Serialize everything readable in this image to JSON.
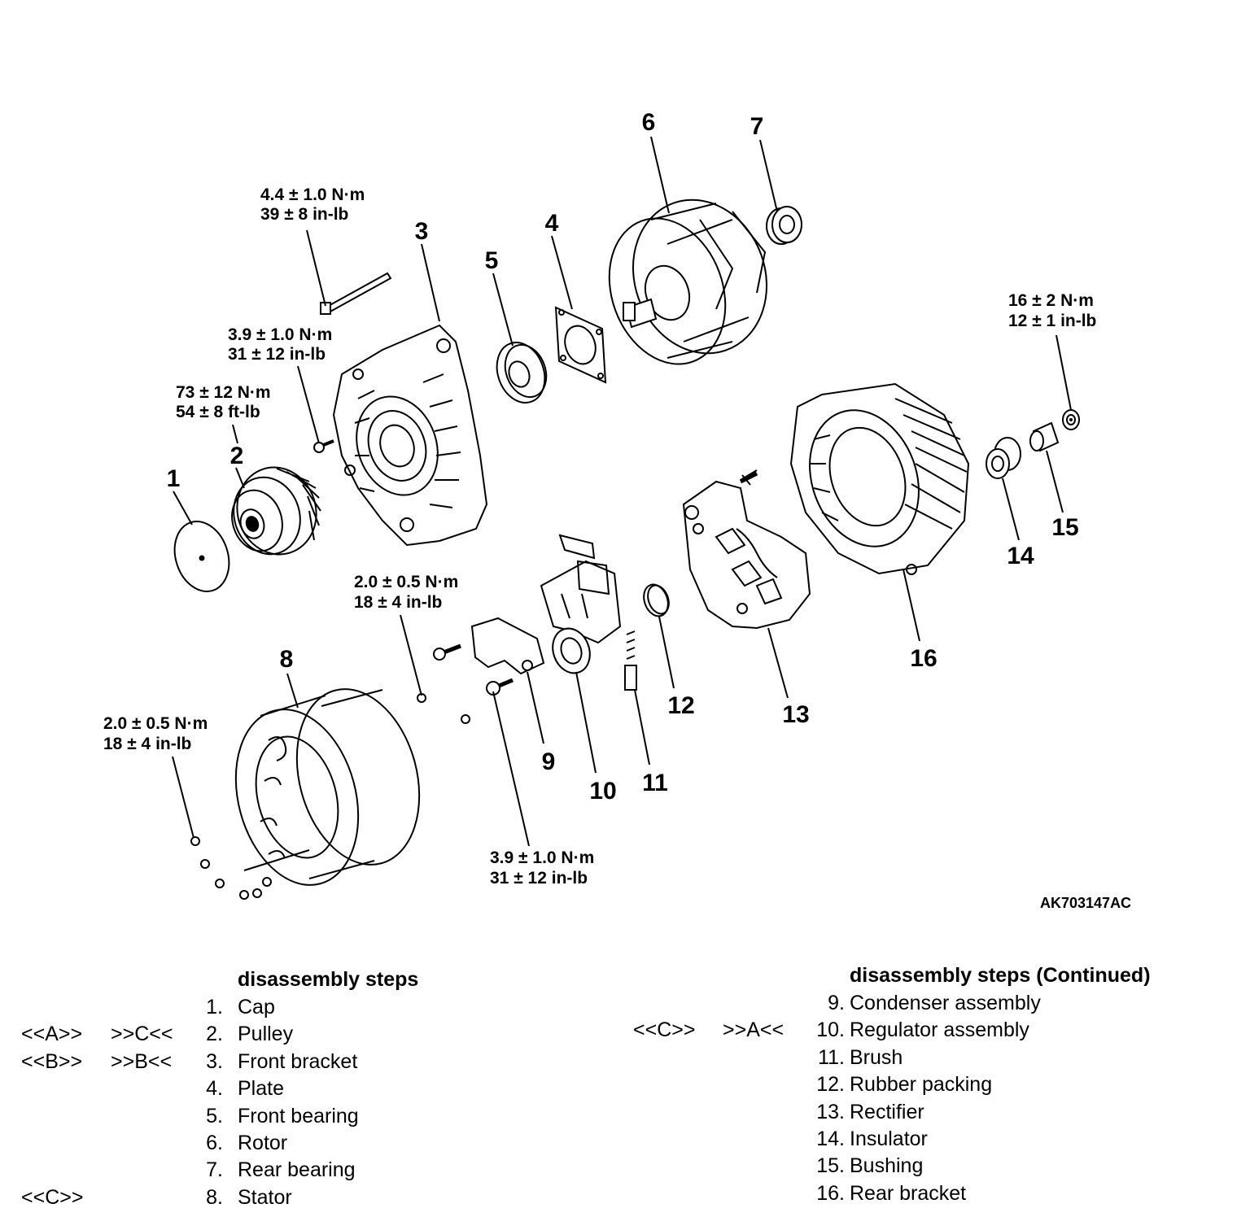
{
  "figure_code": "AK703147AC",
  "callouts": [
    {
      "n": "1"
    },
    {
      "n": "2"
    },
    {
      "n": "3"
    },
    {
      "n": "4"
    },
    {
      "n": "5"
    },
    {
      "n": "6"
    },
    {
      "n": "7"
    },
    {
      "n": "8"
    },
    {
      "n": "9"
    },
    {
      "n": "10"
    },
    {
      "n": "11"
    },
    {
      "n": "12"
    },
    {
      "n": "13"
    },
    {
      "n": "14"
    },
    {
      "n": "15"
    },
    {
      "n": "16"
    }
  ],
  "torques": [
    {
      "line1": "4.4 ± 1.0 N·m",
      "line2": "39 ± 8 in-lb"
    },
    {
      "line1": "3.9 ± 1.0 N·m",
      "line2": "31 ± 12 in-lb"
    },
    {
      "line1": "73 ± 12 N·m",
      "line2": "54 ± 8 ft-lb"
    },
    {
      "line1": "16 ± 2 N·m",
      "line2": "12 ± 1 in-lb"
    },
    {
      "line1": "2.0 ± 0.5 N·m",
      "line2": "18 ± 4 in-lb"
    },
    {
      "line1": "2.0 ± 0.5 N·m",
      "line2": "18 ± 4 in-lb"
    },
    {
      "line1": "3.9 ± 1.0 N·m",
      "line2": "31 ± 12 in-lb"
    }
  ],
  "steps_left": {
    "heading": "disassembly steps",
    "items": [
      {
        "m1": "",
        "m2": "",
        "num": "1.",
        "name": "Cap"
      },
      {
        "m1": "<<A>>",
        "m2": ">>C<<",
        "num": "2.",
        "name": "Pulley"
      },
      {
        "m1": "<<B>>",
        "m2": ">>B<<",
        "num": "3.",
        "name": "Front bracket"
      },
      {
        "m1": "",
        "m2": "",
        "num": "4.",
        "name": "Plate"
      },
      {
        "m1": "",
        "m2": "",
        "num": "5.",
        "name": "Front bearing"
      },
      {
        "m1": "",
        "m2": "",
        "num": "6.",
        "name": "Rotor"
      },
      {
        "m1": "",
        "m2": "",
        "num": "7.",
        "name": "Rear bearing"
      },
      {
        "m1": "<<C>>",
        "m2": "",
        "num": "8.",
        "name": "Stator"
      }
    ]
  },
  "steps_right": {
    "heading": "disassembly steps (Continued)",
    "items": [
      {
        "m1": "",
        "m2": "",
        "num": "9.",
        "name": "Condenser assembly"
      },
      {
        "m1": "<<C>>",
        "m2": ">>A<<",
        "num": "10.",
        "name": "Regulator assembly"
      },
      {
        "m1": "",
        "m2": "",
        "num": "11.",
        "name": "Brush"
      },
      {
        "m1": "",
        "m2": "",
        "num": "12.",
        "name": "Rubber packing"
      },
      {
        "m1": "",
        "m2": "",
        "num": "13.",
        "name": "Rectifier"
      },
      {
        "m1": "",
        "m2": "",
        "num": "14.",
        "name": "Insulator"
      },
      {
        "m1": "",
        "m2": "",
        "num": "15.",
        "name": "Bushing"
      },
      {
        "m1": "",
        "m2": "",
        "num": "16.",
        "name": "Rear bracket"
      }
    ]
  }
}
